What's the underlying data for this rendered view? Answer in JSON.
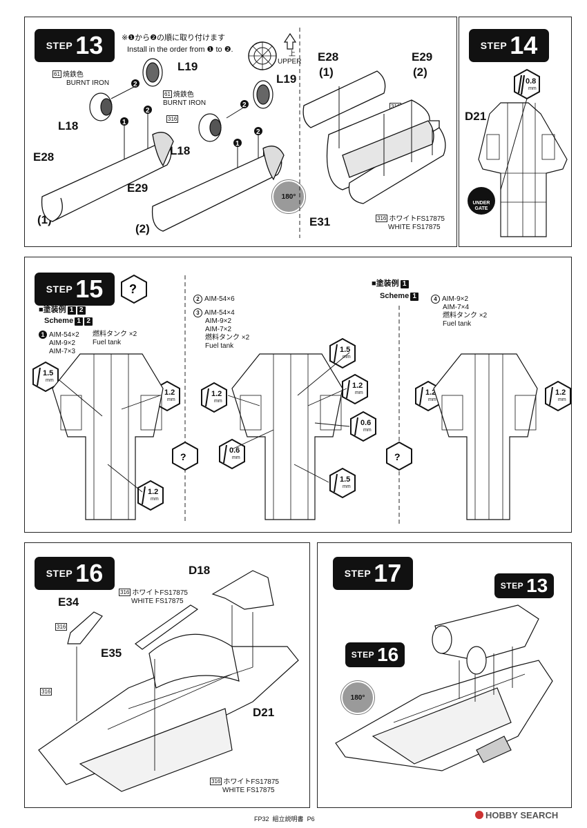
{
  "step_word": "STEP",
  "steps": {
    "s13": {
      "number": "13",
      "note_jp": "※❶から❷の順に取り付けます",
      "note_en": "Install in the order from ❶ to ❷.",
      "upper_jp": "上",
      "upper_en": "UPPER",
      "burnt_jp": "焼鉄色",
      "burnt_en": "BURNT IRON",
      "code61": "61",
      "code316": "316",
      "parts": {
        "l19": "L19",
        "l18": "L18",
        "e28": "E28",
        "e29": "E29",
        "e31": "E31"
      },
      "sides": {
        "one": "(1)",
        "two": "(2)"
      },
      "rot": "180°",
      "white_jp": "ホワイトFS17875",
      "white_en": "WHITE FS17875"
    },
    "s14": {
      "number": "14",
      "part": "D21",
      "drill": "0.8",
      "mm": "mm",
      "gate": "UNDER GATE"
    },
    "s15": {
      "number": "15",
      "scheme_jp": "■塗装例",
      "scheme_en": "Scheme",
      "scheme_nums": [
        "1",
        "2"
      ],
      "opt1": [
        "AIM-54×2",
        "AIM-9×2",
        "AIM-7×3"
      ],
      "opt1_fuel_jp": "燃料タンク ×2",
      "opt1_fuel_en": "Fuel tank",
      "opt2": "AIM-54×6",
      "opt3": [
        "AIM-54×4",
        "AIM-9×2",
        "AIM-7×2",
        "燃料タンク ×2",
        "Fuel tank"
      ],
      "scheme_only": "1",
      "opt4": [
        "AIM-9×2",
        "AIM-7×4",
        "燃料タンク ×2",
        "Fuel tank"
      ],
      "drills": {
        "d15": "1.5",
        "d12": "1.2",
        "d06": "0.6"
      },
      "mm": "mm"
    },
    "s16": {
      "number": "16",
      "parts": {
        "d18": "D18",
        "e34": "E34",
        "e35": "E35",
        "d21": "D21"
      },
      "code316": "316",
      "white_jp": "ホワイトFS17875",
      "white_en": "WHITE FS17875"
    },
    "s17": {
      "number": "17",
      "ref13": "13",
      "ref16": "16",
      "rot": "180°"
    }
  },
  "footer": {
    "code": "FP32",
    "title": "組立説明書",
    "page": "P6",
    "watermark": "HOBBY SEARCH"
  }
}
